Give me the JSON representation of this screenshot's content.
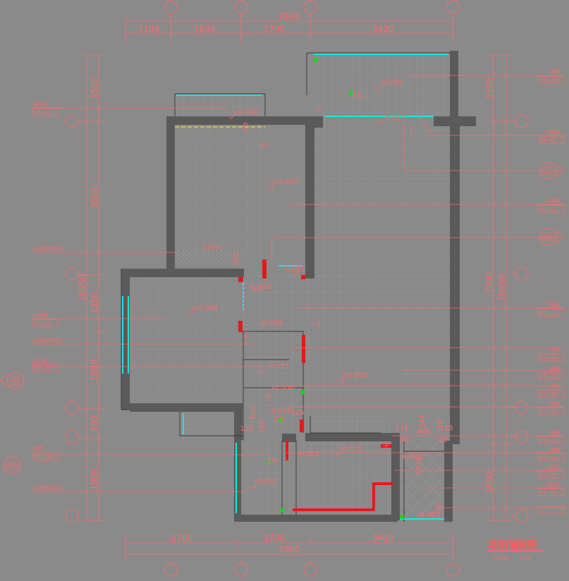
{
  "title": "地面铺装图",
  "scale": {
    "label": "SCALE",
    "value": "1:50"
  },
  "colors": {
    "background": "#8a8a8a",
    "annotation": "#ff6a6a",
    "wall": "#5a5a5a",
    "glass": "#19e6e6",
    "marker": "#19d419",
    "door": "#e41a1a",
    "leader": "#e6e619"
  },
  "top_dims": {
    "total": "7800",
    "segments": [
      "1100",
      "1600",
      "1700",
      "3400"
    ]
  },
  "bottom_dims": {
    "total": "7800",
    "segments": [
      "2700",
      "1700",
      "3400"
    ]
  },
  "left_dims": {
    "total": "10950",
    "segments": [
      "1550",
      "3600",
      "1350",
      "1850",
      "700",
      "1900"
    ]
  },
  "right_dims": {
    "total": "10950",
    "segments": [
      "1550",
      "7500",
      "1900"
    ]
  },
  "inner_dims": {
    "d20a": "20",
    "d20b": "20",
    "d1750": "1750",
    "d500": "500",
    "d600": "600",
    "d125a": "125",
    "d125b": "125",
    "d125c": "125",
    "d141": "141",
    "d848": "848",
    "d60a": "60",
    "d116a": "116",
    "d116b": "116",
    "d60b": "60",
    "d60c": "60",
    "d1910": "1910",
    "d50": "50"
  },
  "elevations": {
    "balcony_top": "-0.030",
    "bedroom1_sill": "+0.400",
    "bedroom1_floor": "±0.000",
    "bedroom2_floor": "±0.000",
    "living": "±0.000",
    "balcony_door": "-0.003",
    "door1": "-0.003",
    "door2": "-0.003",
    "door3": "-0.003",
    "bath1": "-0.015",
    "bath1_b": "-0.015",
    "bath2": "-0.015",
    "shower": "-0.030",
    "kitchen_door": "-0.003",
    "bath_corner": "-0.006",
    "service_door": "-0.003",
    "living_door_right": "-0.003"
  },
  "slopes": {
    "s1": "1%",
    "s2": "1%",
    "s3": "1%"
  },
  "left_tags": [
    {
      "name": "窗台石",
      "code": "ST—02"
    },
    {
      "name": "水泥砂浆找平",
      "code": ""
    },
    {
      "name": "木地板",
      "code": "FL—01"
    },
    {
      "name": "水泥砂浆找平",
      "code": ""
    },
    {
      "name": "过门石",
      "code": "ST—01"
    },
    {
      "name": "地砖",
      "code": "CT—06"
    },
    {
      "name": "水泥砂浆找平",
      "code": ""
    }
  ],
  "right_tags": [
    {
      "name": "地砖",
      "code": "CT—06"
    },
    {
      "name": "门槛石",
      "code": "ST—01"
    },
    {
      "name": "木地板",
      "code": "FL—01"
    },
    {
      "name": "门槛石",
      "code": "ST—01"
    },
    {
      "name": "地砖",
      "code": "CT—04"
    },
    {
      "name": "地砖",
      "code": "CT—05"
    },
    {
      "name": "地砖",
      "code": "CT—06"
    },
    {
      "name": "地砖",
      "code": "CT—05"
    },
    {
      "name": "地砖",
      "code": "CT—03"
    },
    {
      "name": "地砖",
      "code": "CT—01"
    },
    {
      "name": "门槛石",
      "code": "CT—07"
    },
    {
      "name": "门槛石",
      "code": "ST—01"
    }
  ],
  "bubbles": [
    {
      "top": "F03",
      "bottom": "OF03"
    },
    {
      "top": "F04",
      "bottom": "OF04"
    },
    {
      "top": "F02",
      "bottom": "OF02"
    },
    {
      "top": "F01",
      "bottom": "OF01"
    }
  ]
}
